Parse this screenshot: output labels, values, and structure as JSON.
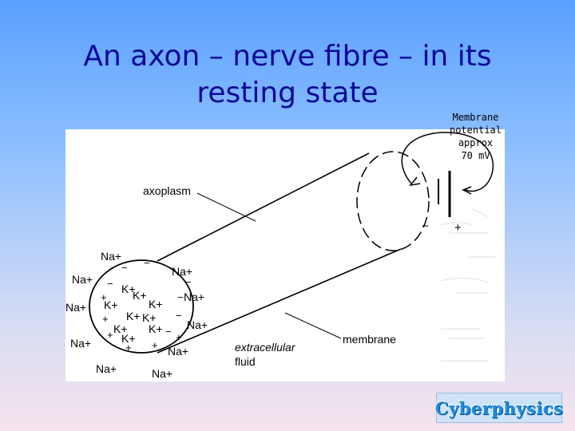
{
  "slide": {
    "title_line1": "An axon – nerve fibre – in its",
    "title_line2": "resting state",
    "membrane_note_line1": "Membrane",
    "membrane_note_line2": "potential approx",
    "membrane_note_line3": "70 mV"
  },
  "diagram": {
    "labels": {
      "axoplasm": "axoplasm",
      "membrane": "membrane",
      "extracellular_line1": "extracellular",
      "extracellular_line2": "fluid"
    },
    "outside_ions": [
      "Na+",
      "Na+",
      "Na+",
      "Na+",
      "Na+",
      "Na+",
      "Na+",
      "Na+",
      "Na+",
      "Na+"
    ],
    "inside_ions": [
      "K+",
      "K+",
      "K+",
      "K+",
      "K+",
      "K+",
      "K+",
      "K+",
      "K+"
    ],
    "meter_signs": {
      "negative": "−",
      "positive": "+"
    }
  },
  "branding": {
    "logo_text": "Cyberphysics"
  }
}
